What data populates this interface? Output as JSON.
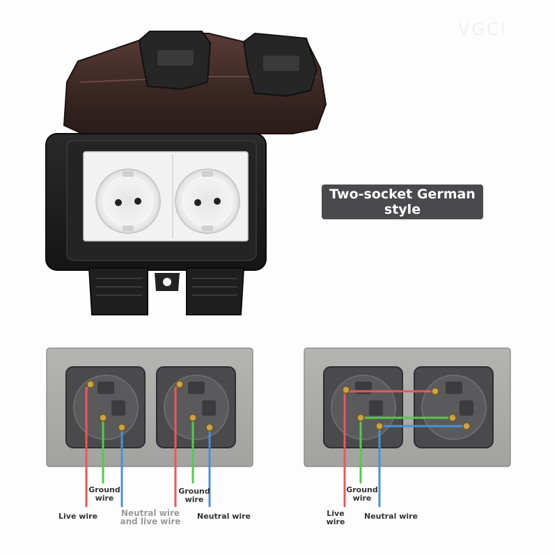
{
  "badge_title": "Two-socket German style",
  "watermark_text": "VGCI",
  "wiring_left": {
    "label_live": "Live wire",
    "label_ground_1": "Ground wire",
    "label_neutral_and_live": "Neutral wire and live wire",
    "label_ground_2": "Ground wire",
    "label_neutral": "Neutral wire"
  },
  "wiring_right": {
    "label_live": "Live wire",
    "label_ground": "Ground wire",
    "label_neutral": "Neutral wire"
  },
  "wire_colors": {
    "live": "#e8585a",
    "ground": "#58c84c",
    "neutral": "#4a90d9"
  },
  "product_colors": {
    "cover": "#3a2824",
    "body": "#1e1e1e",
    "faceplate": "#f2f2f2"
  }
}
